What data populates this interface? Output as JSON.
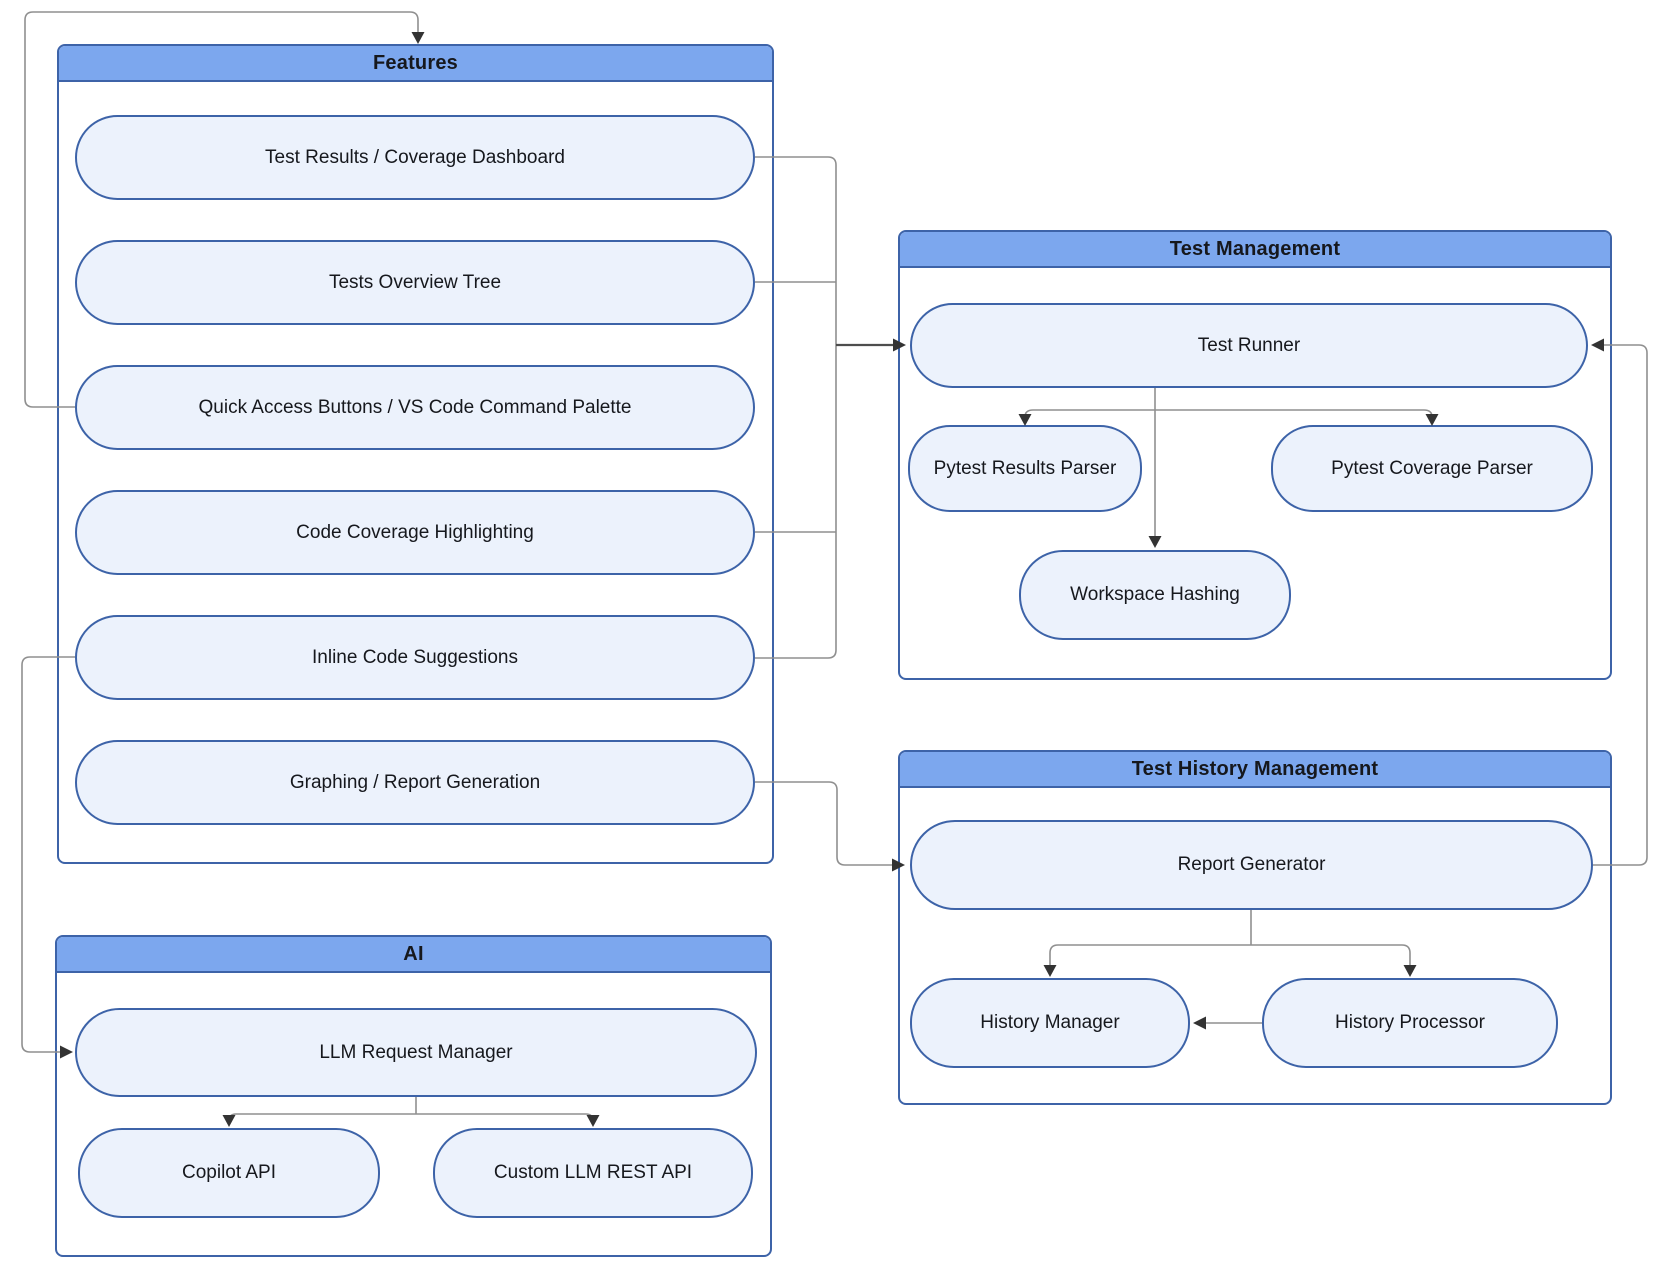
{
  "features": {
    "title": "Features",
    "dashboard": "Test Results / Coverage Dashboard",
    "overview": "Tests Overview Tree",
    "quick_access": "Quick Access Buttons / VS Code Command Palette",
    "coverage_highlighting": "Code Coverage Highlighting",
    "inline_suggestions": "Inline Code Suggestions",
    "graphing": "Graphing / Report Generation"
  },
  "test_management": {
    "title": "Test Management",
    "test_runner": "Test Runner",
    "results_parser": "Pytest Results Parser",
    "coverage_parser": "Pytest Coverage Parser",
    "workspace_hashing": "Workspace Hashing"
  },
  "test_history": {
    "title": "Test History Management",
    "report_generator": "Report Generator",
    "history_manager": "History Manager",
    "history_processor": "History Processor"
  },
  "ai": {
    "title": "AI",
    "llm_request_manager": "LLM Request Manager",
    "copilot_api": "Copilot API",
    "custom_llm_rest_api": "Custom LLM REST API"
  },
  "edges": [
    {
      "from": "Quick Access Buttons / VS Code Command Palette",
      "to": "Features"
    },
    {
      "from": "Test Results / Coverage Dashboard",
      "to": "Test Runner"
    },
    {
      "from": "Tests Overview Tree",
      "to": "Test Runner"
    },
    {
      "from": "Code Coverage Highlighting",
      "to": "Test Runner"
    },
    {
      "from": "Inline Code Suggestions",
      "to": "Test Runner"
    },
    {
      "from": "Inline Code Suggestions",
      "to": "LLM Request Manager"
    },
    {
      "from": "Graphing / Report Generation",
      "to": "Report Generator"
    },
    {
      "from": "Report Generator",
      "to": "Test Runner"
    },
    {
      "from": "Test Runner",
      "to": "Pytest Results Parser"
    },
    {
      "from": "Test Runner",
      "to": "Pytest Coverage Parser"
    },
    {
      "from": "Test Runner",
      "to": "Workspace Hashing"
    },
    {
      "from": "Report Generator",
      "to": "History Manager"
    },
    {
      "from": "Report Generator",
      "to": "History Processor"
    },
    {
      "from": "History Processor",
      "to": "History Manager"
    },
    {
      "from": "LLM Request Manager",
      "to": "Copilot API"
    },
    {
      "from": "LLM Request Manager",
      "to": "Custom LLM REST API"
    }
  ],
  "colors": {
    "container_header": "#7ca7ee",
    "container_border": "#3d63a8",
    "node_fill": "#ecf2fc",
    "node_border": "#3d63a8",
    "connector": "#8f8f8f",
    "arrowhead": "#333333",
    "background": "#ffffff"
  }
}
